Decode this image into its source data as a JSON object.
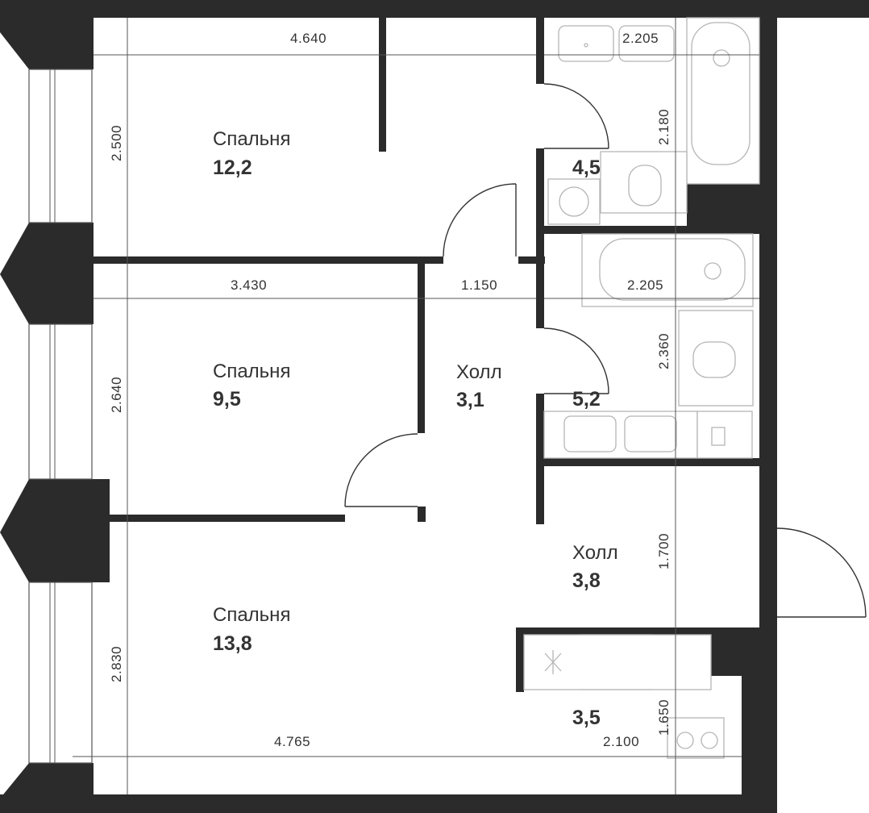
{
  "rooms": [
    {
      "name": "Спальня",
      "area": "12,2"
    },
    {
      "name": "Спальня",
      "area": "9,5"
    },
    {
      "name": "Спальня",
      "area": "13,8"
    },
    {
      "name": "Холл",
      "area": "3,1"
    },
    {
      "name": "Холл",
      "area": "3,8"
    },
    {
      "name": "",
      "area": "4,5"
    },
    {
      "name": "",
      "area": "5,2"
    },
    {
      "name": "",
      "area": "3,5"
    }
  ],
  "dimensions": {
    "bed1_width": "4.640",
    "bed1_height": "2.500",
    "bed2_width": "3.430",
    "bed2_height": "2.640",
    "bed3_width": "4.765",
    "bed3_height": "2.830",
    "corridor_width": "1.150",
    "bath1_width": "2.205",
    "bath1_height": "2.180",
    "bath2_width": "2.205",
    "bath2_height": "2.360",
    "hall_height": "1.700",
    "kitchen_width": "2.100",
    "kitchen_height": "1.650"
  },
  "icons": {
    "wall_color": "#2b2b2b",
    "fixtures": [
      "sink-icon",
      "bathtub-icon",
      "toilet-icon",
      "washing-machine-icon",
      "stove-icon",
      "fan-icon",
      "cleaning-icon"
    ]
  }
}
